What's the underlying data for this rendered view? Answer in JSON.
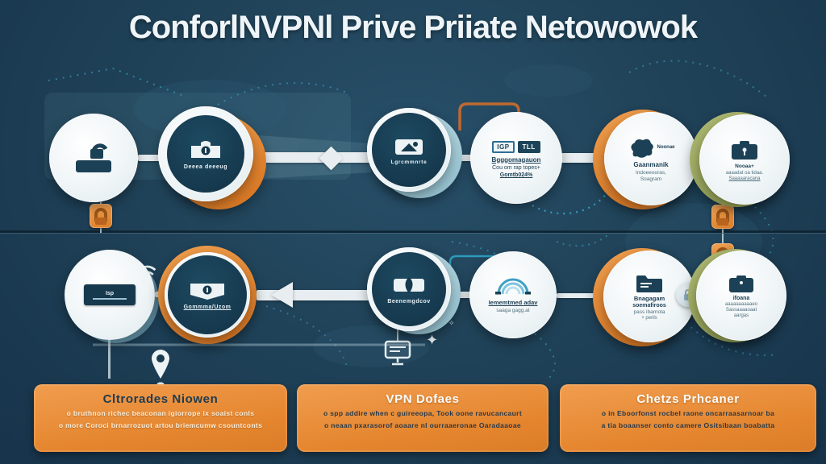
{
  "title": "ConforlNVPNl Prive Priiate Netowowok",
  "colors": {
    "background": "#21445a",
    "accent_orange": "#e5862f",
    "navy": "#16394e",
    "olive": "#9aa75c",
    "light_blue": "#9ec9d6",
    "teal_line": "#2fa9cf",
    "white": "#eef4f6"
  },
  "row1": {
    "c2_label": "Deeea deeeug",
    "c3_label": "Lgrcmmnrte",
    "c4": {
      "chip1": "IGP",
      "chip2": "TLL",
      "line1": "Bgggomagauon",
      "line2": "Cou om rap topes+",
      "line3": "Gomtb024%"
    },
    "c5": {
      "side": "Noonae",
      "line1": "Gaanmanik",
      "line2": "Indoeeooras,",
      "line3": "Soagram"
    },
    "c6": {
      "line1": "Nooaa+",
      "line2": "aaaadat oa tidaa.",
      "line3": "Saaaaaracana"
    }
  },
  "row2": {
    "c1_screen": "Isp",
    "c2_label": "Gommma/Uzom",
    "c3_label": "Beenemgdcov",
    "c4": {
      "line1": "Iememtmed adav",
      "line2": "saaga gagg.at"
    },
    "c5": {
      "line1": "Bnagagam",
      "line2": "soemafiroos",
      "line3": "pass ibarnota",
      "line4": "+ perils"
    },
    "c6": {
      "line1": "ifoana",
      "line2": "aaaaaaaaaaeo",
      "line3": "Sassaaaaoaat",
      "line4": "aargas"
    }
  },
  "cards": [
    {
      "title": "Cltrorades Niowen",
      "line1": "o bruthnon richec beaconan igiorrope ix soaist conls",
      "line2": "o more Coroci brnarrozuot artou briemcumw csountconts"
    },
    {
      "title": "VPN Dofaes",
      "line1": "o spp addire when c guireeopa, Took oone ravucancaurt",
      "line2": "o neaan pxarasorof aoaare nl ourraaeronae Oaradaaoae"
    },
    {
      "title": "Chetzs Prhcaner",
      "line1": "o in Eboorfonst rocbel raone oncarraasarnoar ba",
      "line2": "a tia boaanser conto camere Ositsibaan boabatta"
    }
  ],
  "sparkle_glyph": "✦",
  "sparkle_glyph_small": "✧"
}
